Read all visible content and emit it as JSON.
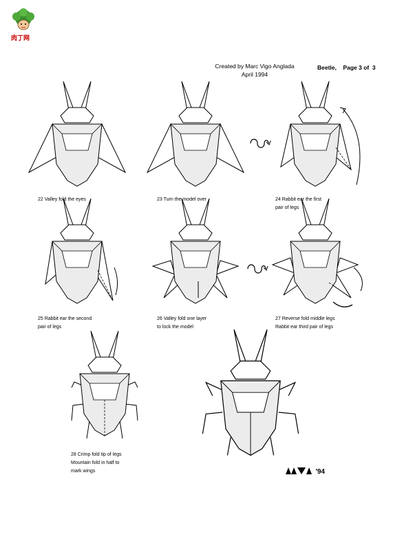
{
  "logo": {
    "label": "肉丁网",
    "icon": "tree-mascot-icon"
  },
  "header": {
    "credit": "Created by Marc Vigo Anglada",
    "date": "April 1994",
    "page": "Beetle,    Page 3 of  3"
  },
  "steps": [
    {
      "line1": "22 Valley fold the eyes",
      "line2": ""
    },
    {
      "line1": "23 Turn the model over",
      "line2": ""
    },
    {
      "line1": "24 Rabbit ear the first",
      "line2": "pair of legs"
    },
    {
      "line1": "25 Rabbit ear the second",
      "line2": "pair of legs"
    },
    {
      "line1": "26 Valley fold one layer",
      "line2": "to lock the model"
    },
    {
      "line1": "27 Reverse fold middle legs",
      "line2": "Rabbit ear third pair of legs"
    },
    {
      "line1": "28 Crimp fold tip of legs",
      "line2": "Mountain fold in half to",
      "line3": "mark wings"
    }
  ],
  "signature": {
    "mark": "MVA",
    "year": "'94"
  }
}
